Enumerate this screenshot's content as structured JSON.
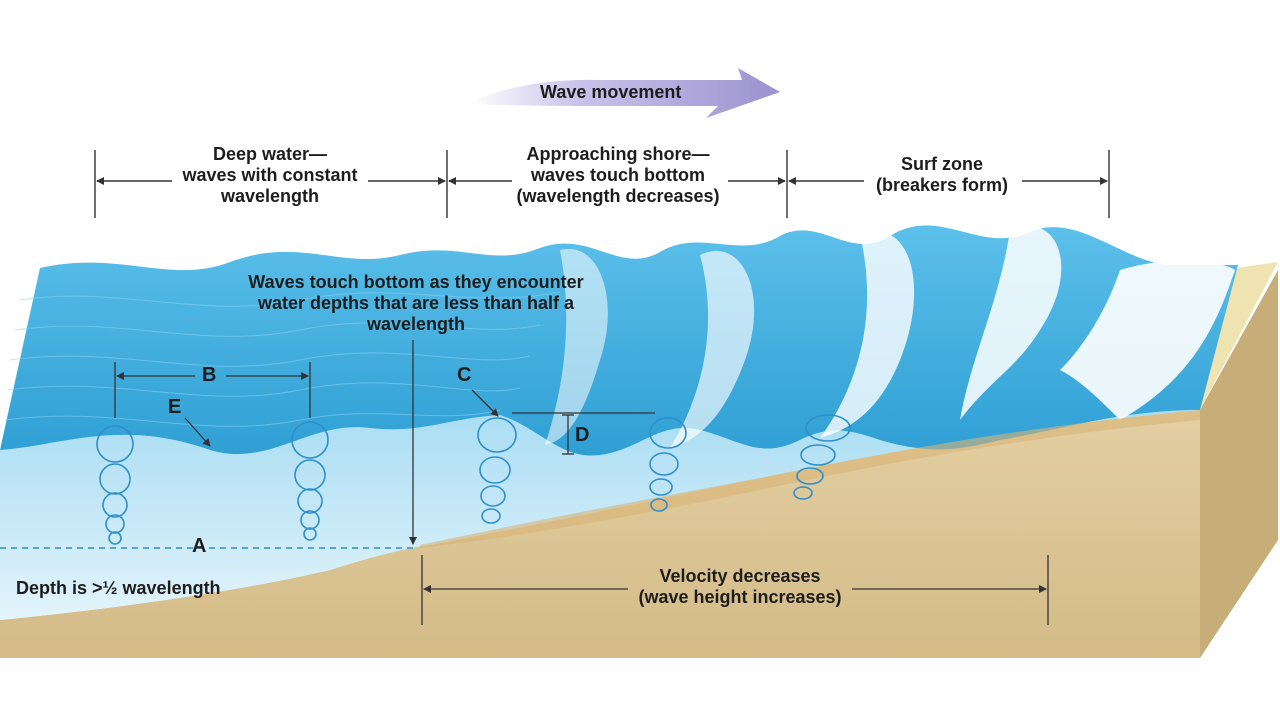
{
  "colors": {
    "deep_water": "#4aaede",
    "shallow_water": "#bfe6f6",
    "sand": "#dcc697",
    "sand_side": "#c9b07c",
    "arrow": "#a79fd4",
    "foam": "#ffffff",
    "orbit": "#2e8fcb"
  },
  "movement": {
    "label": "Wave movement"
  },
  "zones": {
    "deep": [
      "Deep water—",
      "waves with constant",
      "wavelength"
    ],
    "approach": [
      "Approaching shore—",
      "waves touch bottom",
      "(wavelength decreases)"
    ],
    "surf": [
      "Surf zone",
      "(breakers form)"
    ]
  },
  "touch_note": [
    "Waves touch bottom as they encounter",
    "water depths that are less than half a",
    "wavelength"
  ],
  "letters": {
    "a": "A",
    "b": "B",
    "c": "C",
    "d": "D",
    "e": "E"
  },
  "depth_note": "Depth is >½ wavelength",
  "velocity": [
    "Velocity decreases",
    "(wave height increases)"
  ]
}
